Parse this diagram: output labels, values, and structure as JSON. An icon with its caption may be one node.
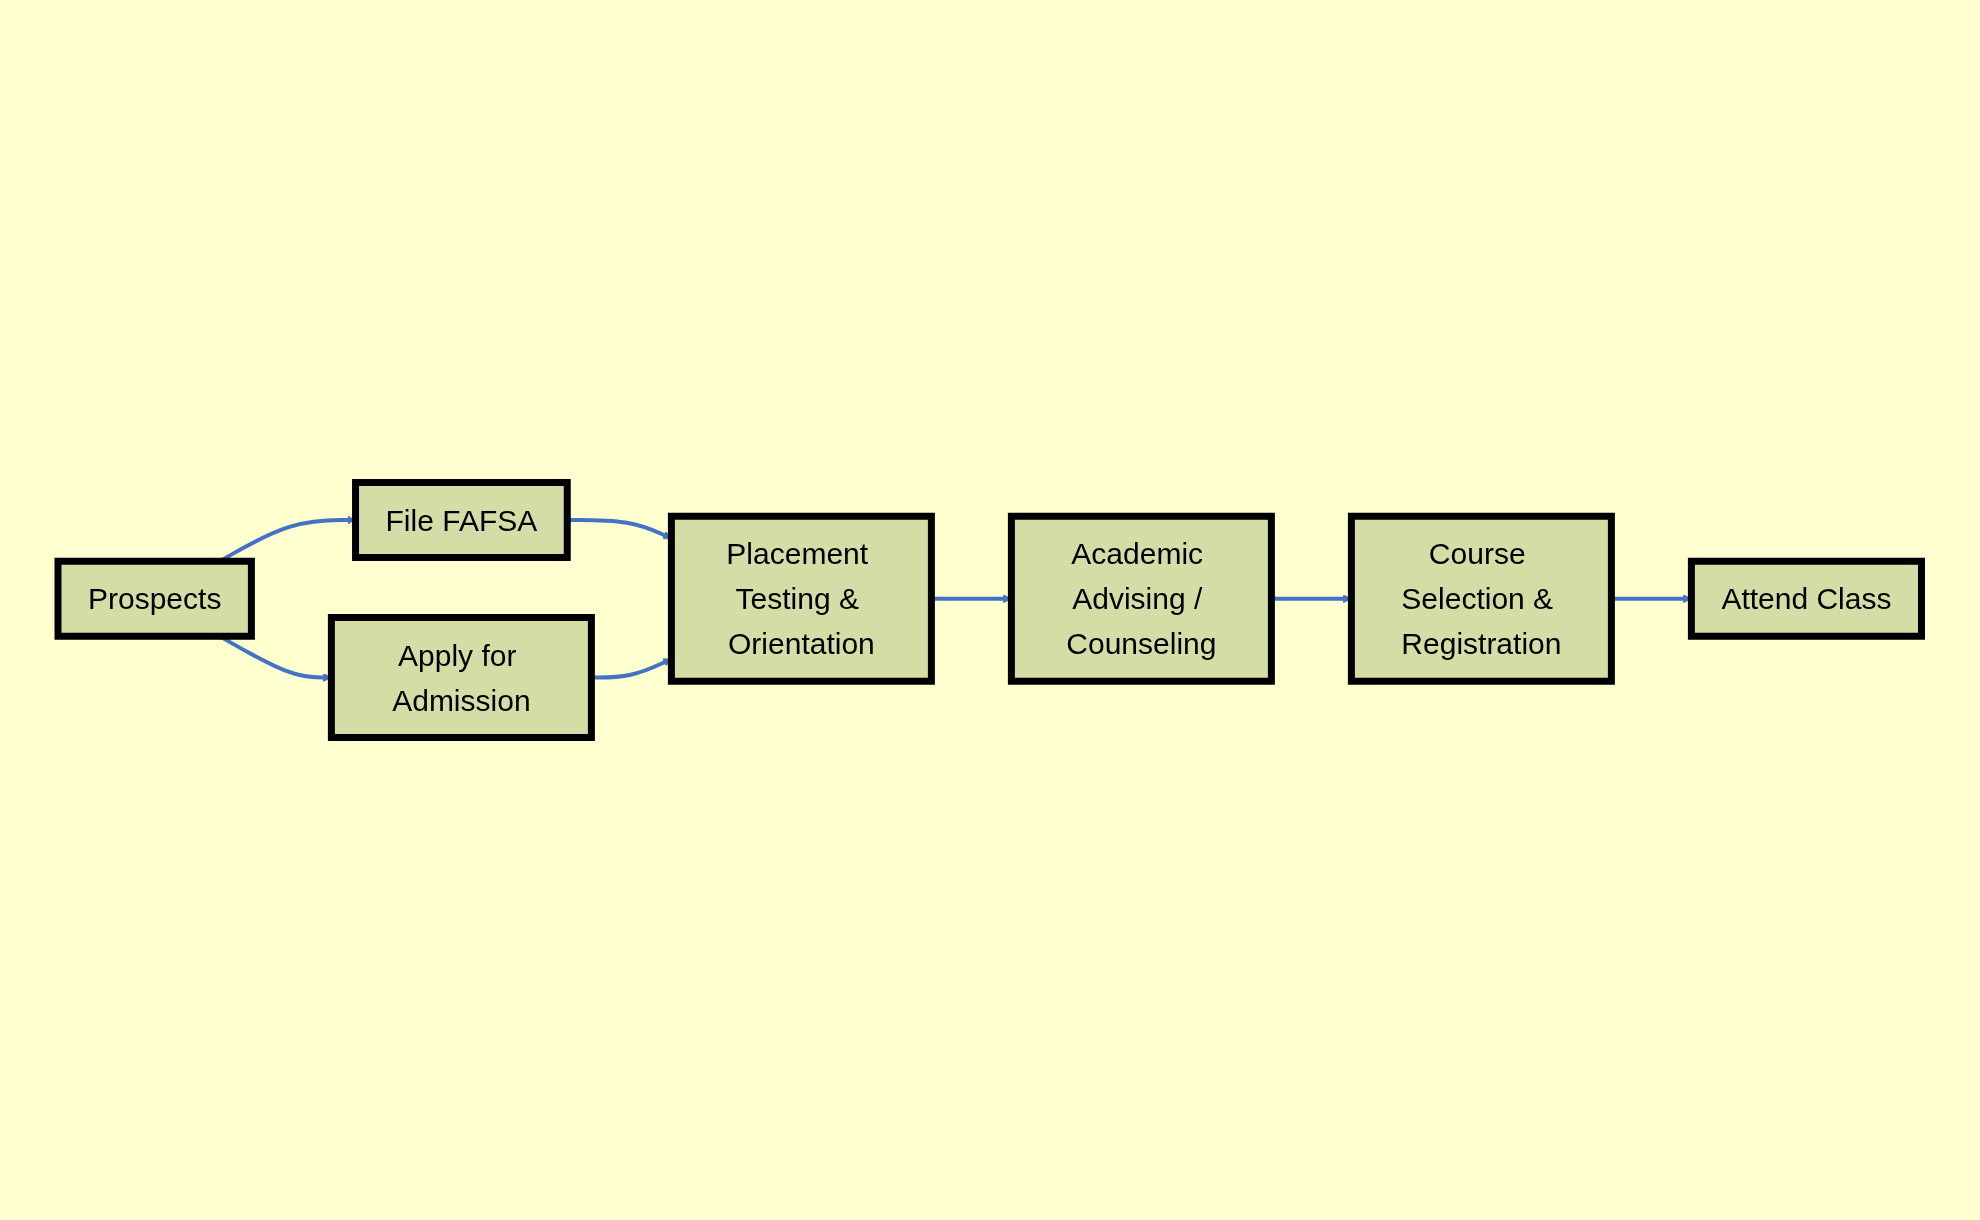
{
  "diagram": {
    "nodes": [
      {
        "text": [
          "Prospects"
        ]
      },
      {
        "text": [
          "File FAFSA"
        ]
      },
      {
        "text": [
          "Apply for Admission"
        ]
      },
      {
        "text": [
          "Placement Testing & Orientation"
        ]
      },
      {
        "text": [
          "Academic Advising / Counseling"
        ]
      },
      {
        "text": [
          "Course Selection & Registration"
        ]
      },
      {
        "text": [
          "Attend Class"
        ]
      }
    ],
    "edges": [
      {
        "from": 0,
        "to": 1,
        "arrow": "to"
      },
      {
        "from": 0,
        "to": 2,
        "arrow": "to"
      },
      {
        "from": 1,
        "to": 3,
        "arrow": "to"
      },
      {
        "from": 2,
        "to": 3,
        "arrow": "to"
      },
      {
        "from": 3,
        "to": 4,
        "arrow": "to"
      },
      {
        "from": 4,
        "to": 5,
        "arrow": "to"
      },
      {
        "from": 5,
        "to": 6,
        "arrow": "to"
      }
    ]
  }
}
